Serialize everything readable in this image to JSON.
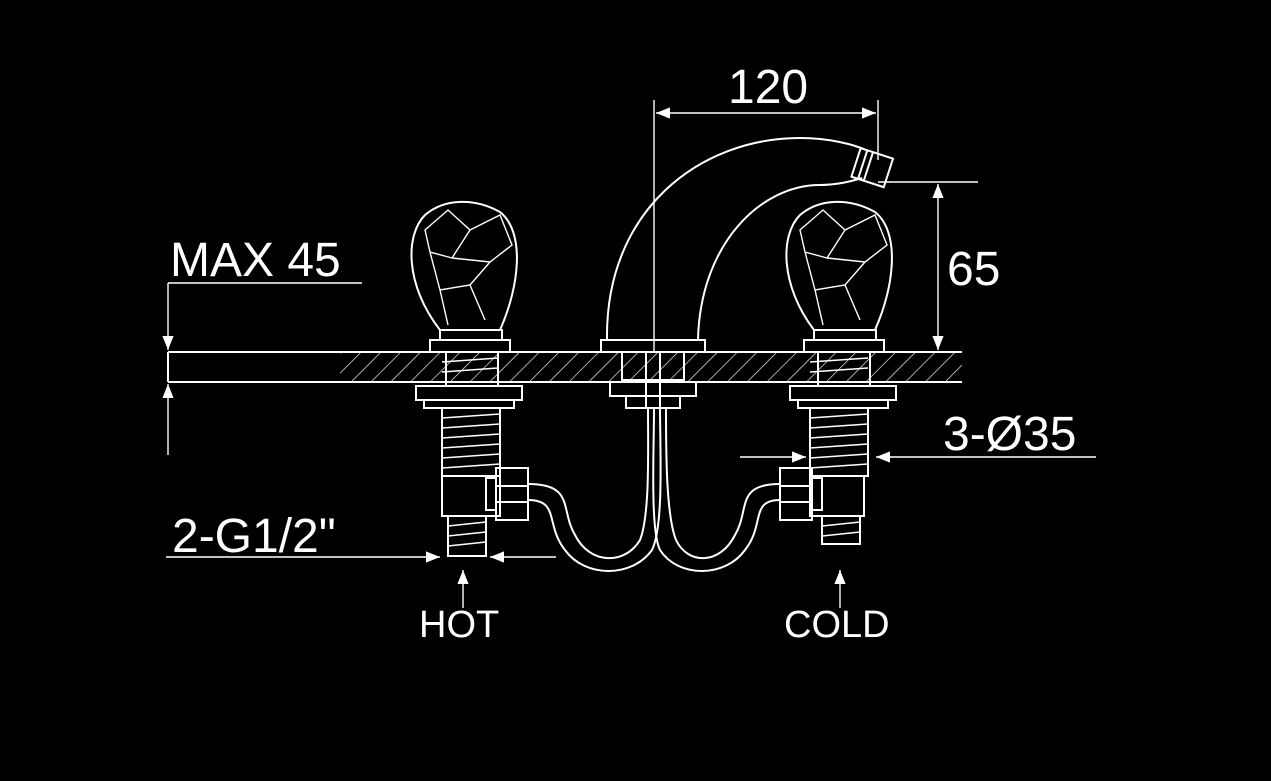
{
  "colors": {
    "background": "#000000",
    "line": "#ffffff"
  },
  "dimensions": {
    "spout_reach": "120",
    "spout_height": "65",
    "max_thickness": "MAX 45",
    "hole_diameter": "3-Ø35",
    "thread_size": "2-G1/2\""
  },
  "labels": {
    "hot": "HOT",
    "cold": "COLD"
  }
}
